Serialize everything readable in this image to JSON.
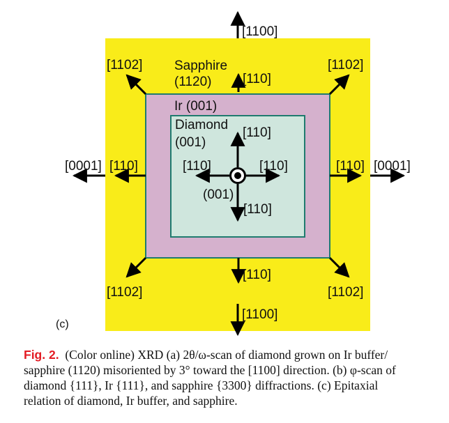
{
  "colors": {
    "sapphire": "#f9ec19",
    "iridium": "#d5b1cd",
    "diamond": "#cfe6dd",
    "border": "#1f7b6e",
    "arrow": "#000000",
    "caption_label": "#e31b23"
  },
  "panel_label": "(c)",
  "regions": {
    "sapphire": {
      "line1": "Sapphire",
      "line2": "(1120)"
    },
    "iridium": {
      "label": "Ir (001)"
    },
    "diamond": {
      "line1": "Diamond",
      "line2": "(001)"
    }
  },
  "directions": {
    "top": "[1100]",
    "bottom": "[1100]",
    "left_outer": "[0001]",
    "left_inner": "[110]",
    "right_inner": "[110]",
    "right_outer": "[0001]",
    "corner_tl": "[1102]",
    "corner_tr": "[1102]",
    "corner_bl": "[1102]",
    "corner_br": "[1102]",
    "sapphire_inner": "[110]",
    "ir_bottom": "[110]",
    "diamond_up": "[110]",
    "diamond_left": "[110]",
    "diamond_right": "[110]",
    "diamond_down": "[110]",
    "normal": "(001)"
  },
  "caption": {
    "label": "Fig. 2.",
    "line1": "(Color online) XRD (a) 2θ/ω-scan of diamond grown on Ir buffer/",
    "line2": "sapphire (1120) misoriented by 3° toward the [1100] direction. (b) φ-scan of",
    "line3": "diamond {111}, Ir {111}, and sapphire {3300} diffractions. (c) Epitaxial",
    "line4": "relation of diamond, Ir buffer, and sapphire."
  }
}
